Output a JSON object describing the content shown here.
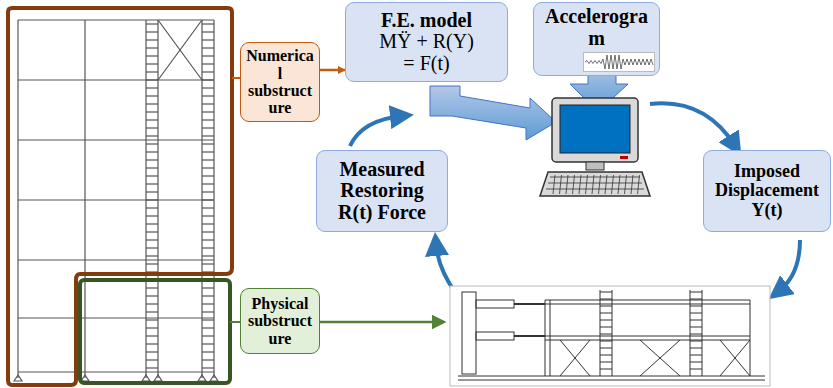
{
  "diagram": {
    "nodes": [
      {
        "text": [
          "Numerical substructure"
        ]
      },
      {
        "text": [
          "F.E. model",
          "MŸ + R(Y) = F(t)"
        ]
      },
      {
        "text": [
          "Accelerogram"
        ]
      },
      {
        "text": [
          "Measured Restoring R(t) Force"
        ]
      },
      {
        "text": [
          "Imposed Displacement Y(t)"
        ]
      },
      {
        "text": [
          "Physical substructure"
        ]
      }
    ],
    "edges": [
      {
        "from": 0,
        "to": 1,
        "arrow": "to"
      }
    ]
  }
}
